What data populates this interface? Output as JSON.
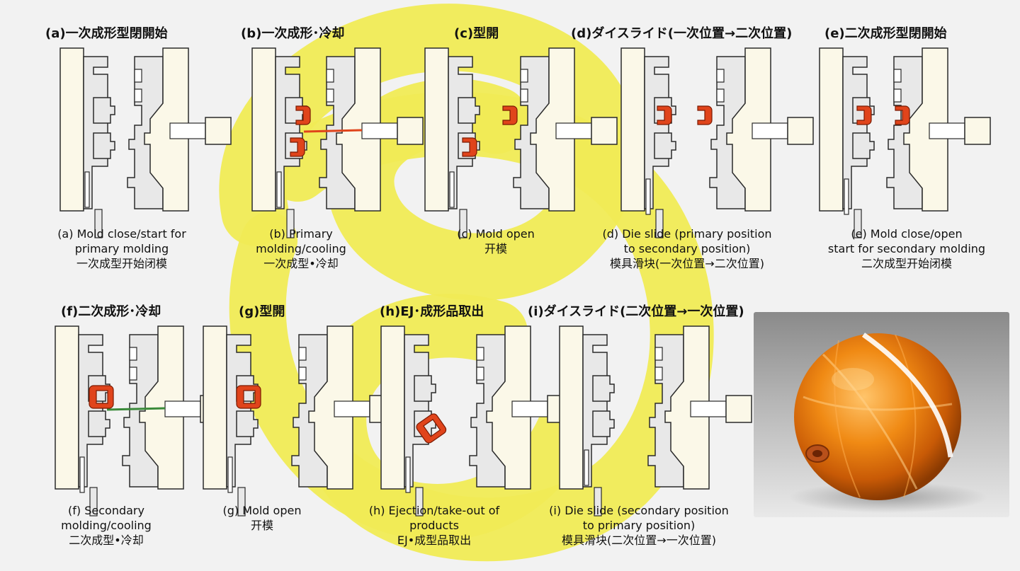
{
  "colors": {
    "background": "#f2f2f2",
    "platen": "#fbf8e8",
    "mold_gray": "#e8e8e8",
    "outline": "#2a2a2a",
    "molded_part": "#e0441b",
    "secondary_resin": "#3a8a3a",
    "watermark": "#f0eb55"
  },
  "steps": [
    {
      "id": "a",
      "title": "(a)一次成形型閉開始",
      "caption": [
        "(a) Mold close/start for",
        "primary molding",
        "一次成型开始闭模"
      ]
    },
    {
      "id": "b",
      "title": "(b)一次成形･冷却",
      "caption": [
        "(b) Primary",
        "molding/cooling",
        "一次成型•冷却"
      ]
    },
    {
      "id": "c",
      "title": "(c)型開",
      "caption": [
        "(c) Mold open",
        "开模"
      ]
    },
    {
      "id": "d",
      "title": "(d)ダイスライド(一次位置→二次位置)",
      "caption": [
        "(d) Die slide (primary position",
        "to secondary position)",
        "模具滑块(一次位置→二次位置)"
      ]
    },
    {
      "id": "e",
      "title": "(e)二次成形型閉開始",
      "caption": [
        "(e) Mold close/open",
        "start for secondary molding",
        "二次成型开始闭模"
      ]
    },
    {
      "id": "f",
      "title": "(f)二次成形･冷却",
      "caption": [
        "(f) Secondary",
        "molding/cooling",
        "二次成型•冷却"
      ]
    },
    {
      "id": "g",
      "title": "(g)型開",
      "caption": [
        "(g) Mold open",
        "开模"
      ]
    },
    {
      "id": "h",
      "title": "(h)EJ･成形品取出",
      "caption": [
        "(h) Ejection/take-out of",
        "products",
        "EJ•成型品取出"
      ]
    },
    {
      "id": "i",
      "title": "(i)ダイスライド(二次位置→一次位置)",
      "caption": [
        "(i) Die slide (secondary position",
        "to primary position)",
        "模具滑块(二次位置→一次位置)"
      ]
    }
  ],
  "photo": {
    "subject": "orange-two-color-molded-sphere"
  }
}
